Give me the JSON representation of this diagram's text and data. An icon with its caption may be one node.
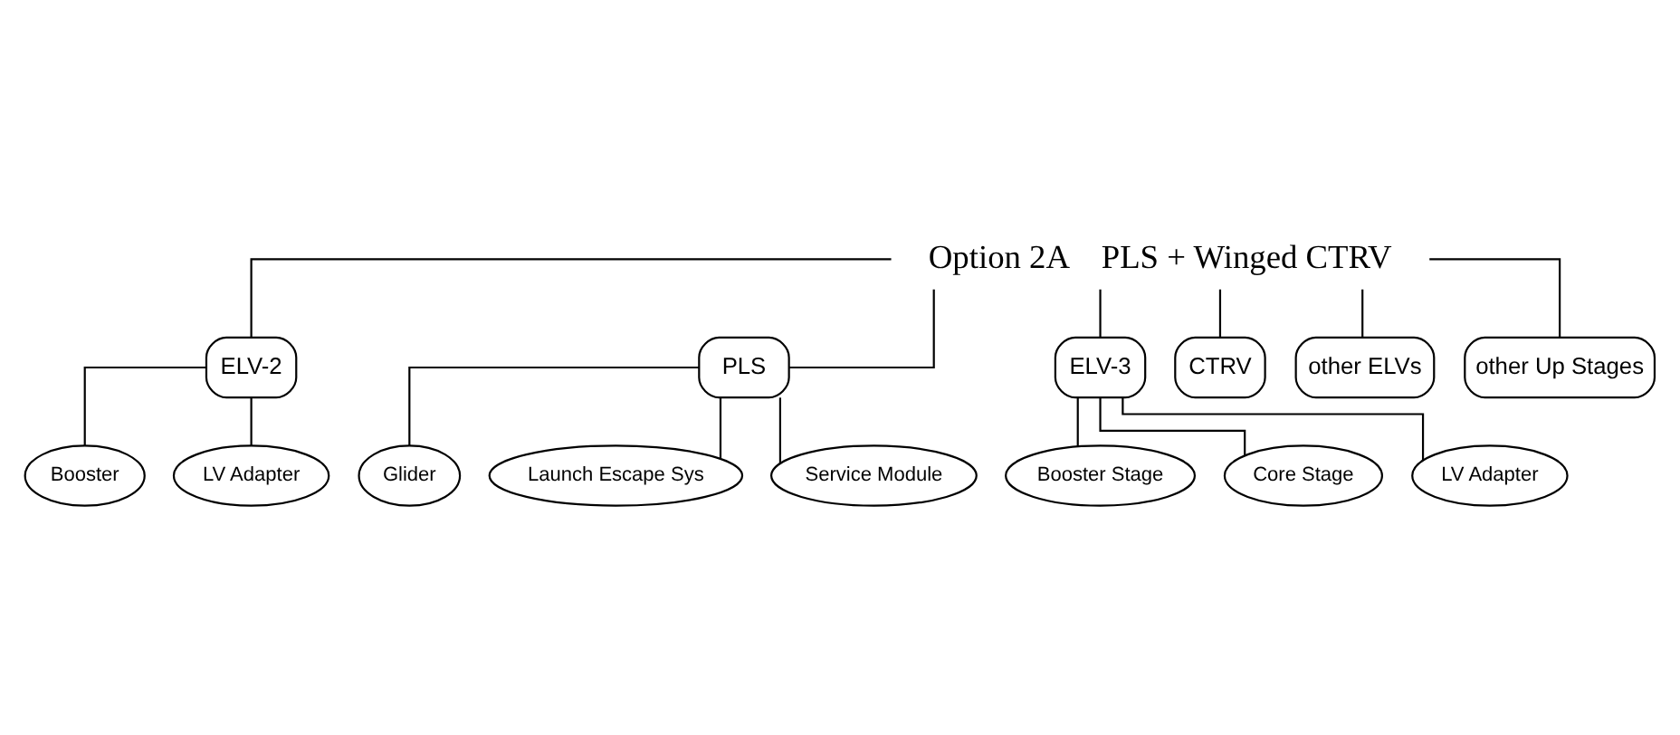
{
  "diagram": {
    "nodes": [
      {
        "text": [
          "Option 2A",
          "PLS + Winged CTRV"
        ]
      },
      {
        "text": [
          "ELV-2"
        ]
      },
      {
        "text": [
          "PLS"
        ]
      },
      {
        "text": [
          "ELV-3"
        ]
      },
      {
        "text": [
          "CTRV"
        ]
      },
      {
        "text": [
          "other ELVs"
        ]
      },
      {
        "text": [
          "other Up Stages"
        ]
      },
      {
        "text": [
          "Booster"
        ]
      },
      {
        "text": [
          "LV Adapter"
        ]
      },
      {
        "text": [
          "Glider"
        ]
      },
      {
        "text": [
          "Launch Escape Sys"
        ]
      },
      {
        "text": [
          "Service Module"
        ]
      },
      {
        "text": [
          "Booster Stage"
        ]
      },
      {
        "text": [
          "Core Stage"
        ]
      },
      {
        "text": [
          "LV Adapter"
        ]
      }
    ],
    "edges": [
      {
        "from": 0,
        "to": 1,
        "arrow": "none"
      },
      {
        "from": 0,
        "to": 2,
        "arrow": "none"
      },
      {
        "from": 0,
        "to": 3,
        "arrow": "none"
      },
      {
        "from": 0,
        "to": 4,
        "arrow": "none"
      },
      {
        "from": 0,
        "to": 5,
        "arrow": "none"
      },
      {
        "from": 0,
        "to": 6,
        "arrow": "none"
      },
      {
        "from": 1,
        "to": 7,
        "arrow": "none"
      },
      {
        "from": 1,
        "to": 8,
        "arrow": "none"
      },
      {
        "from": 2,
        "to": 9,
        "arrow": "none"
      },
      {
        "from": 2,
        "to": 10,
        "arrow": "none"
      },
      {
        "from": 2,
        "to": 11,
        "arrow": "none"
      },
      {
        "from": 3,
        "to": 12,
        "arrow": "none"
      },
      {
        "from": 3,
        "to": 13,
        "arrow": "none"
      },
      {
        "from": 3,
        "to": 14,
        "arrow": "none"
      }
    ]
  }
}
